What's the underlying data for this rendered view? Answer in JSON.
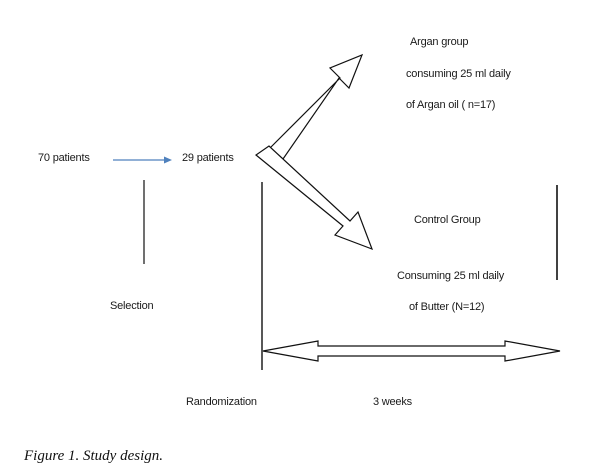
{
  "diagram": {
    "start": "70 patients",
    "randomized": "29 patients",
    "argan": {
      "title": "Argan group",
      "line1": "consuming 25 ml daily",
      "line2": "of Argan oil ( n=17)"
    },
    "control": {
      "title": "Control Group",
      "line1": "Consuming 25 ml daily",
      "line2": "of Butter (N=12)"
    },
    "stages": {
      "selection": "Selection",
      "randomization": "Randomization",
      "duration": "3 weeks"
    }
  },
  "caption": "Figure 1. Study design.",
  "colors": {
    "flow_arrow": "#4f81bd",
    "lines": "#111111",
    "text": "#1a1a1a"
  }
}
